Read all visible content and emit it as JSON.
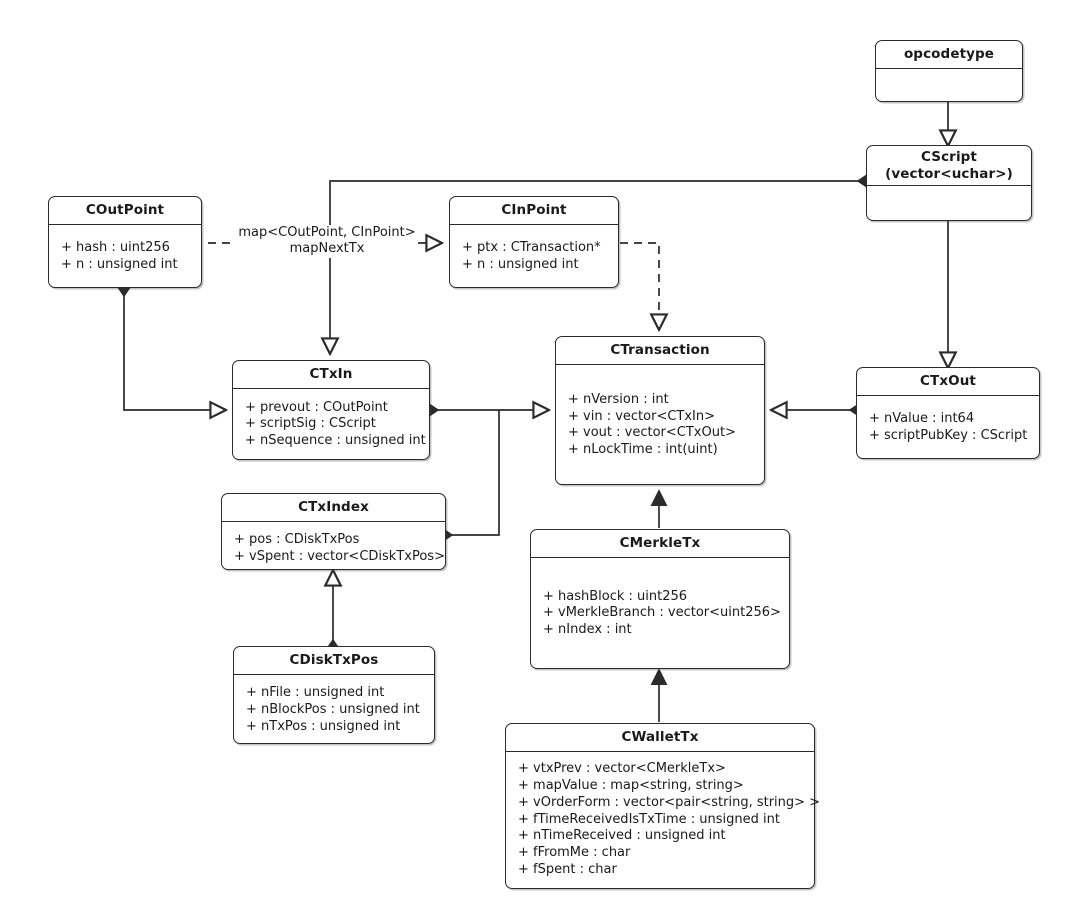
{
  "diagram": {
    "title": "Bitcoin transaction classes UML diagram",
    "type": "uml-class-diagram",
    "stroke_color": "#2b2b2b",
    "background_color": "#ffffff"
  },
  "classes": {
    "opcodetype": {
      "name": "opcodetype",
      "subtitle": "",
      "attributes": []
    },
    "cscript": {
      "name": "CScript",
      "subtitle": "(vector<uchar>)",
      "attributes": []
    },
    "coutpoint": {
      "name": "COutPoint",
      "subtitle": "",
      "attributes": [
        "+ hash : uint256",
        "+ n : unsigned int"
      ]
    },
    "cinpoint": {
      "name": "CInPoint",
      "subtitle": "",
      "attributes": [
        "+  ptx : CTransaction*",
        "+  n : unsigned int"
      ]
    },
    "ctxin": {
      "name": "CTxIn",
      "subtitle": "",
      "attributes": [
        "+ prevout : COutPoint",
        "+ scriptSig : CScript",
        "+ nSequence : unsigned int"
      ]
    },
    "ctransaction": {
      "name": "CTransaction",
      "subtitle": "",
      "attributes": [
        "+ nVersion : int",
        "+ vin : vector<CTxIn>",
        "+ vout : vector<CTxOut>",
        "+ nLockTime : int(uint)"
      ]
    },
    "ctxout": {
      "name": "CTxOut",
      "subtitle": "",
      "attributes": [
        "+ nValue : int64",
        "+ scriptPubKey : CScript"
      ]
    },
    "ctxindex": {
      "name": "CTxIndex",
      "subtitle": "",
      "attributes": [
        "+ pos : CDiskTxPos",
        "+ vSpent : vector<CDiskTxPos>"
      ]
    },
    "cdisktxpos": {
      "name": "CDiskTxPos",
      "subtitle": "",
      "attributes": [
        "+ nFile : unsigned int",
        "+ nBlockPos : unsigned int",
        "+ nTxPos : unsigned int"
      ]
    },
    "cmerkletx": {
      "name": "CMerkleTx",
      "subtitle": "",
      "attributes": [
        "+ hashBlock : uint256",
        "+ vMerkleBranch : vector<uint256>",
        "+ nIndex : int"
      ]
    },
    "cwallettx": {
      "name": "CWalletTx",
      "subtitle": "",
      "attributes": [
        "+ vtxPrev : vector<CMerkleTx>",
        "+ mapValue : map<string, string>",
        "+ vOrderForm : vector<pair<string, string> >",
        "+ fTimeReceivedIsTxTime : unsigned int",
        "+ nTimeReceived : unsigned int",
        "+ fFromMe : char",
        "+ fSpent : char"
      ]
    }
  },
  "edge_labels": {
    "map_next_tx_line1": "map<COutPoint, CInPoint>",
    "map_next_tx_line2": "mapNextTx"
  },
  "relationships": [
    {
      "from": "opcodetype",
      "to": "cscript",
      "kind": "composition-with-open-arrow"
    },
    {
      "from": "cscript",
      "to": "ctxout",
      "kind": "composition-with-open-arrow"
    },
    {
      "from": "cscript",
      "to": "ctxin",
      "kind": "composition-with-open-arrow"
    },
    {
      "from": "coutpoint",
      "to": "cinpoint",
      "kind": "dependency",
      "label": "map<COutPoint, CInPoint> mapNextTx"
    },
    {
      "from": "coutpoint",
      "to": "ctxin",
      "kind": "composition-with-open-arrow"
    },
    {
      "from": "cinpoint",
      "to": "ctransaction",
      "kind": "dependency"
    },
    {
      "from": "ctxin",
      "to": "ctransaction",
      "kind": "composition-with-open-arrow"
    },
    {
      "from": "ctxin",
      "to": "ctxindex",
      "kind": "composition"
    },
    {
      "from": "ctxout",
      "to": "ctransaction",
      "kind": "composition-with-open-arrow"
    },
    {
      "from": "cmerkletx",
      "to": "ctransaction",
      "kind": "generalization"
    },
    {
      "from": "cwallettx",
      "to": "cmerkletx",
      "kind": "generalization"
    },
    {
      "from": "cdisktxpos",
      "to": "ctxindex",
      "kind": "generalization-composition"
    }
  ]
}
